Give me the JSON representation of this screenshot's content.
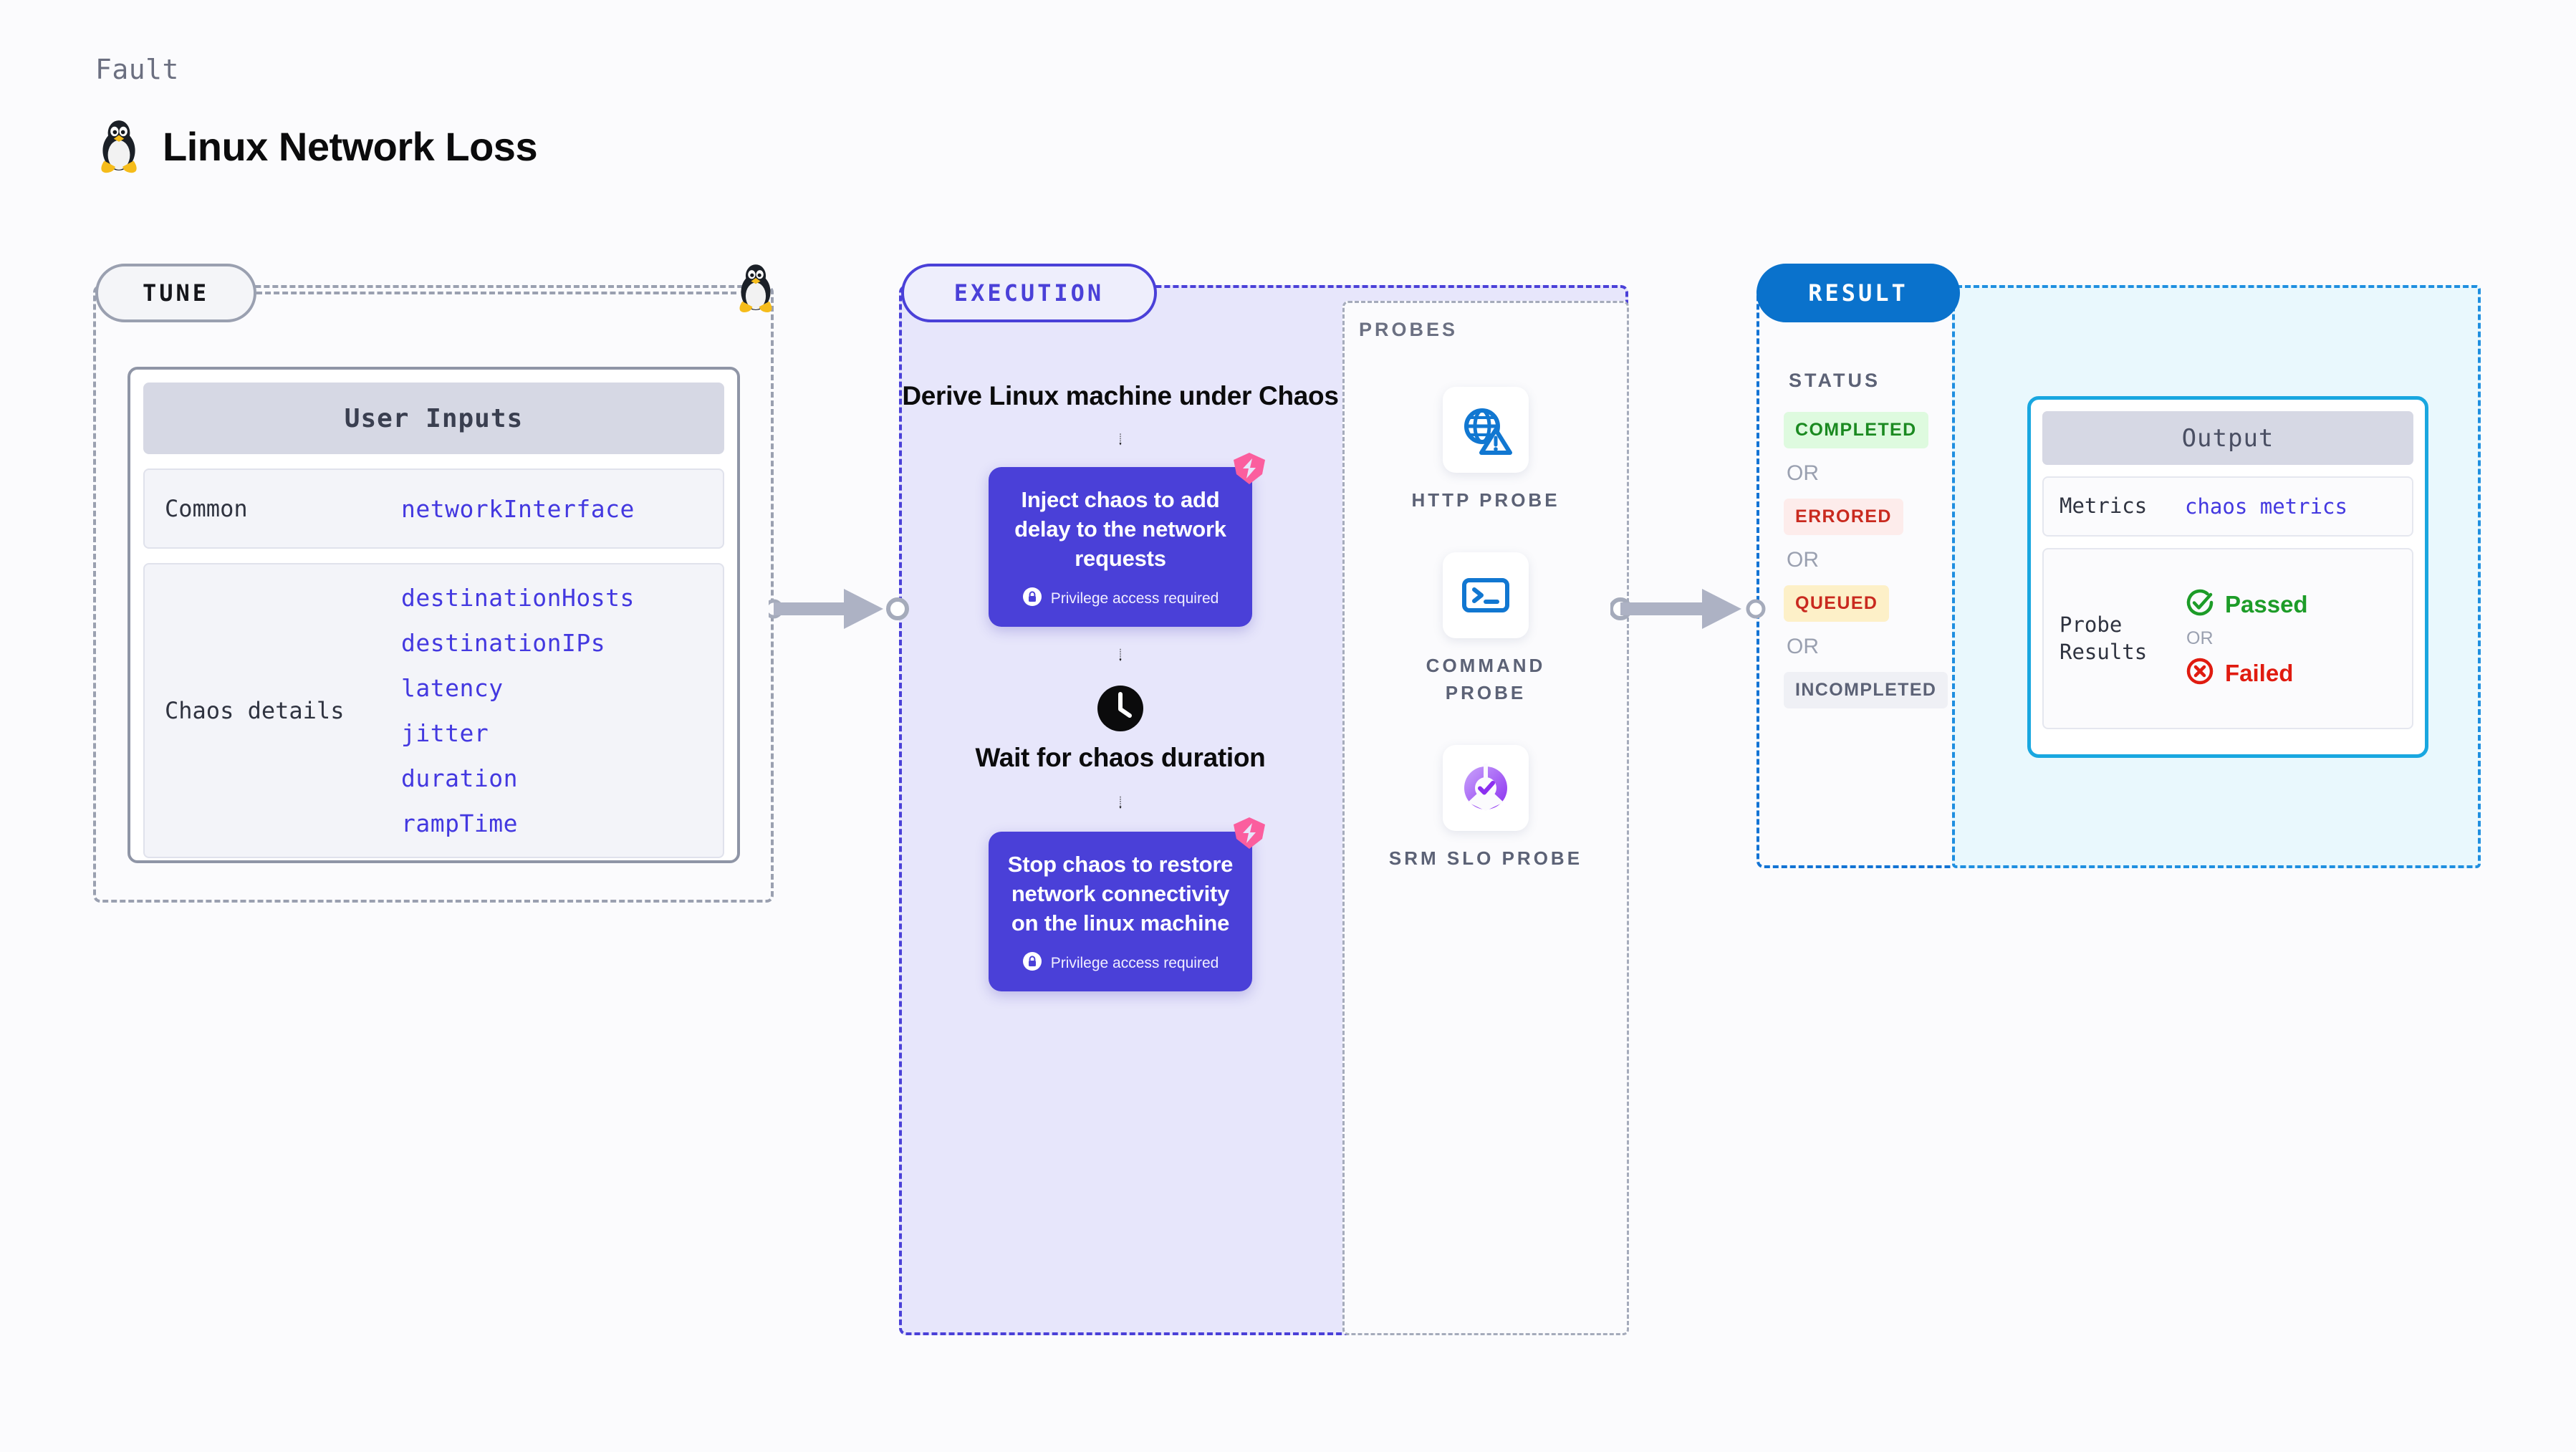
{
  "header": {
    "eyebrow": "Fault",
    "title": "Linux Network Loss",
    "icon": "linux-penguin-icon"
  },
  "tune": {
    "pill_label": "TUNE",
    "icon": "linux-penguin-icon",
    "card": {
      "title": "User Inputs",
      "rows": [
        {
          "label": "Common",
          "values": [
            "networkInterface"
          ]
        },
        {
          "label": "Chaos details",
          "values": [
            "destinationHosts",
            "destinationIPs",
            "latency",
            "jitter",
            "duration",
            "rampTime"
          ]
        }
      ]
    }
  },
  "execution": {
    "pill_label": "EXECUTION",
    "flow": [
      {
        "type": "text",
        "label": "Derive Linux machine under Chaos"
      },
      {
        "type": "node",
        "label": "Inject chaos to add delay to the network requests",
        "privilege": "Privilege access required",
        "badge_icon": "harness-chaos-logo-icon",
        "lock_icon": "lock-icon"
      },
      {
        "type": "clock",
        "icon": "clock-icon",
        "label": "Wait for chaos duration"
      },
      {
        "type": "node",
        "label": "Stop chaos to restore network connectivity on the linux machine",
        "privilege": "Privilege access required",
        "badge_icon": "harness-chaos-logo-icon",
        "lock_icon": "lock-icon"
      }
    ]
  },
  "probes": {
    "section_label": "PROBES",
    "items": [
      {
        "name": "HTTP PROBE",
        "icon": "globe-warning-icon"
      },
      {
        "name": "COMMAND PROBE",
        "icon": "terminal-icon"
      },
      {
        "name": "SRM SLO PROBE",
        "icon": "srm-slo-check-icon"
      }
    ]
  },
  "result": {
    "pill_label": "RESULT",
    "status_label": "STATUS",
    "or_label": "OR",
    "statuses": [
      {
        "label": "COMPLETED",
        "variant": "completed"
      },
      {
        "label": "ERRORED",
        "variant": "errored"
      },
      {
        "label": "QUEUED",
        "variant": "queued"
      },
      {
        "label": "INCOMPLETED",
        "variant": "incompleted"
      }
    ]
  },
  "output": {
    "title": "Output",
    "metrics_label": "Metrics",
    "metrics_value": "chaos metrics",
    "probe_results_label": "Probe Results",
    "or_label": "OR",
    "passed_label": "Passed",
    "failed_label": "Failed",
    "passed_icon": "check-circle-icon",
    "failed_icon": "x-circle-icon"
  },
  "colors": {
    "accent_purple": "#4a40d8",
    "accent_blue": "#0a72cc",
    "accent_cyan": "#19a7e0",
    "value_blue": "#4338e0",
    "pink": "#fb5e9e",
    "green": "#1d9c28",
    "red": "#e01b10",
    "gray_dash": "#9aa0b0"
  }
}
